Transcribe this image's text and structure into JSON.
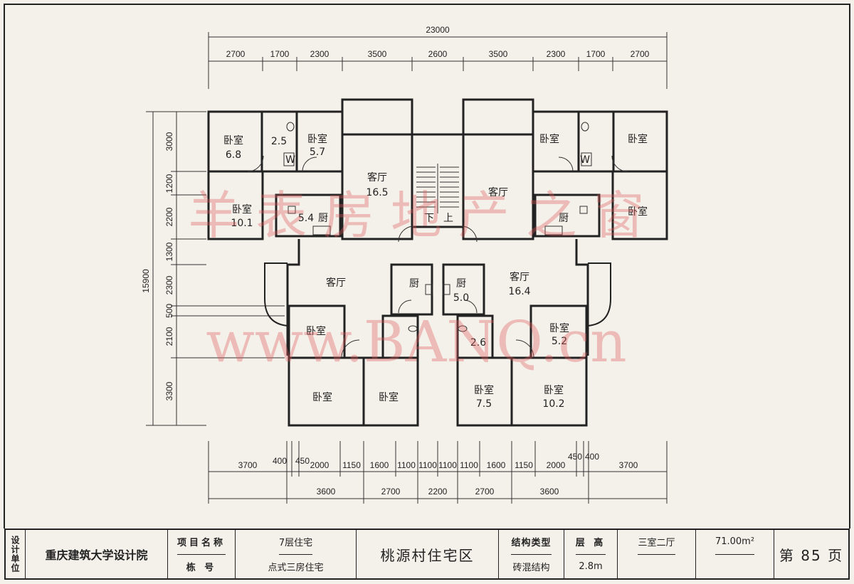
{
  "top_dims": {
    "total": "23000",
    "segments": [
      "2700",
      "1700",
      "2300",
      "3500",
      "2600",
      "3500",
      "2300",
      "1700",
      "2700"
    ]
  },
  "left_dims": {
    "total": "15900",
    "segments": [
      "3000",
      "1200",
      "2200",
      "1300",
      "2300",
      "500",
      "2100",
      "3300"
    ]
  },
  "bottom_dims": {
    "row1": [
      "3700",
      "400",
      "450",
      "2000",
      "1150",
      "1600",
      "1100",
      "1100",
      "1100",
      "1100",
      "1600",
      "1150",
      "2000",
      "450",
      "400",
      "3700"
    ],
    "row2": [
      "3600",
      "2700",
      "2200",
      "2700",
      "3600"
    ]
  },
  "rooms": {
    "ul_bed": "卧室",
    "ul_bed_area": "6.8",
    "ul_toilet_area": "2.5",
    "ul_bed2": "卧室",
    "ul_bed2_area": "5.7",
    "ul_living": "客厅",
    "ul_living_area": "16.5",
    "ul_bed3": "卧室",
    "ul_bed3_area": "10.1",
    "ul_kitchen": "厨",
    "ul_kitchen_area": "5.4",
    "ur_bed": "卧室",
    "ur_bed2": "卧室",
    "ur_living": "客厅",
    "ur_kitchen": "厨",
    "ur_bed3": "卧室",
    "stair_down": "下",
    "stair_up": "上",
    "ll_living": "客厅",
    "ll_kitchen": "厨",
    "lr_kitchen": "厨",
    "lr_kitchen_area": "5.0",
    "lr_living": "客厅",
    "lr_living_area": "16.4",
    "ll_bed": "卧室",
    "lr_toilet_area": "2.6",
    "lr_bed": "卧室",
    "lr_bed_area": "5.2",
    "ll_bed2": "卧室",
    "ll_bed3": "卧室",
    "lr_bed2": "卧室",
    "lr_bed2_area": "7.5",
    "lr_bed3": "卧室",
    "lr_bed3_area": "10.2",
    "wc_w": "W"
  },
  "watermark": {
    "line1": "羊 表 房 地 产 之 窗",
    "line2": "www.BANQ.cn"
  },
  "title_block": {
    "design_unit": "设计单位",
    "org": "重庆建筑大学设计院",
    "project_label": "项目名称",
    "project_value": "7层住宅",
    "building_label": "栋 号",
    "building_value": "点式三房住宅",
    "district": "桃源村住宅区",
    "structure_label": "结构类型",
    "structure_value": "砖混结构",
    "height_label": "层 高",
    "height_value": "2.8m",
    "layout": "三室二厅",
    "area": "71.00m²",
    "page": "第 85 页"
  }
}
